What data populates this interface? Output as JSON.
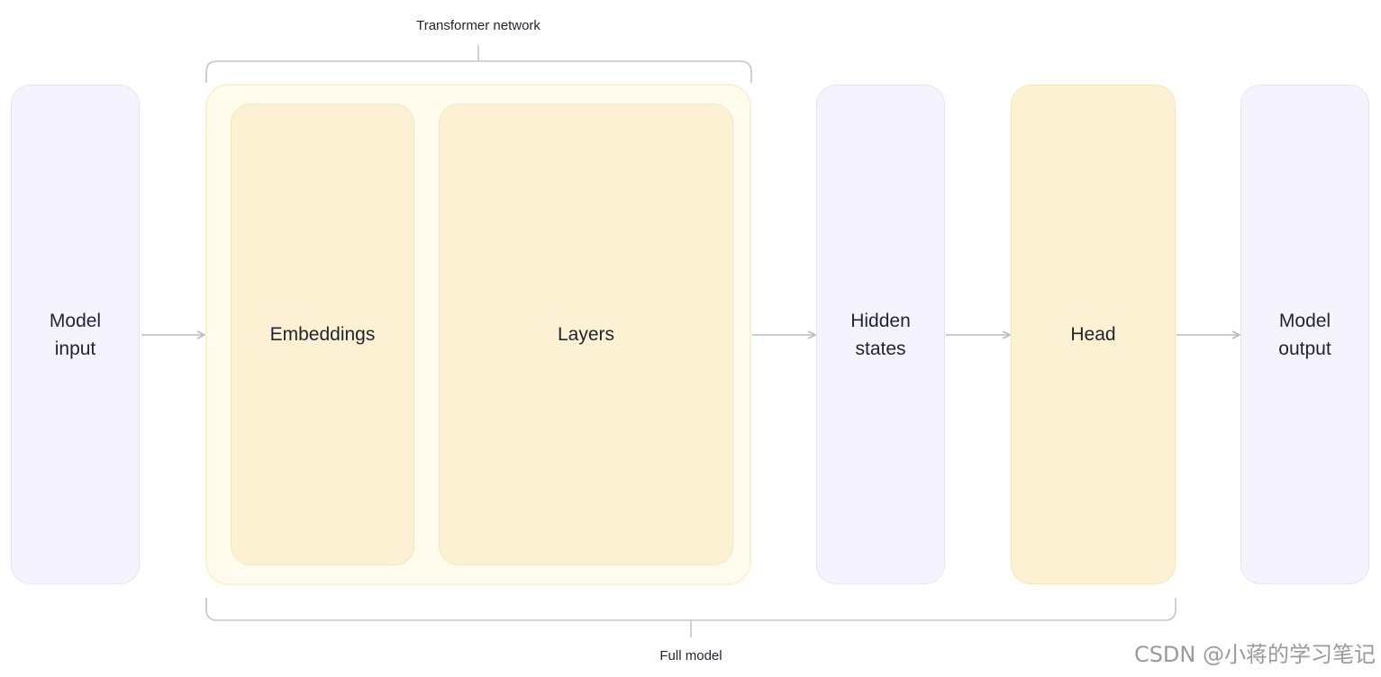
{
  "diagram": {
    "top_caption": "Transformer network",
    "bottom_caption": "Full model",
    "nodes": {
      "model_input": "Model\ninput",
      "embeddings": "Embeddings",
      "layers": "Layers",
      "hidden_states": "Hidden\nstates",
      "head": "Head",
      "model_output": "Model\noutput"
    }
  },
  "colors": {
    "io_fill": "#f5f3fd",
    "network_fill": "#fffcee",
    "block_fill": "#fdf1d3",
    "connector": "#b9bcc4"
  },
  "watermark": "CSDN @小蒋的学习笔记"
}
